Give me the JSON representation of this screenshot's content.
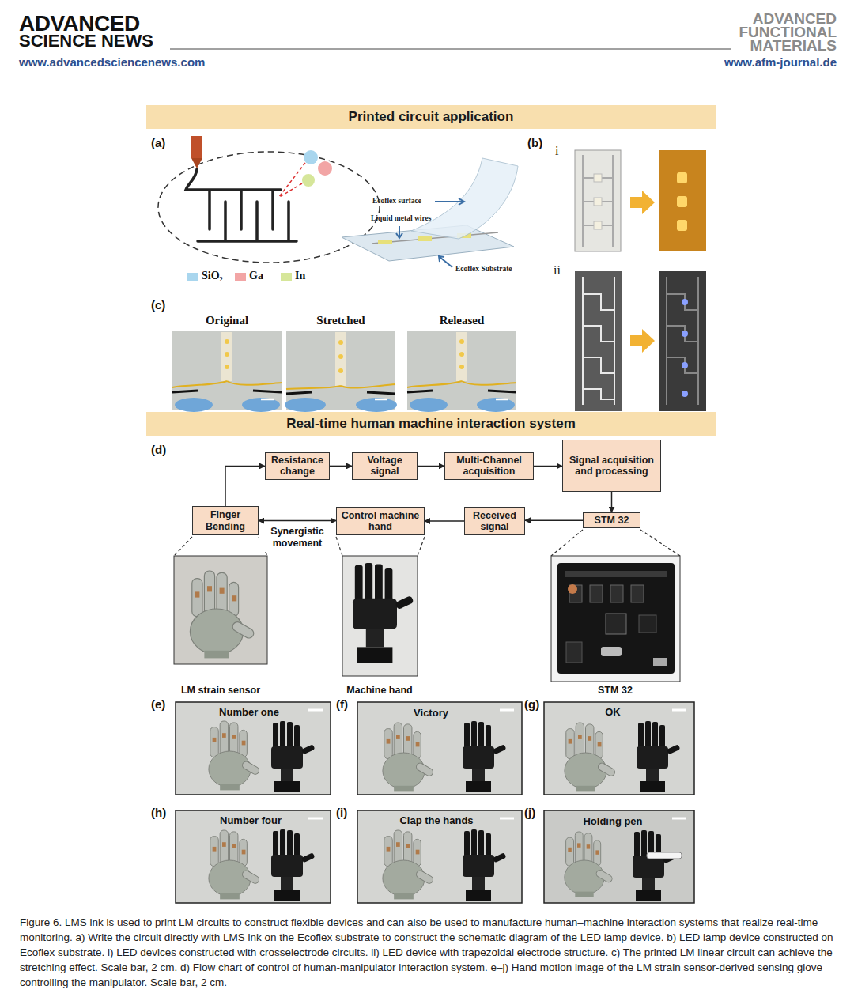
{
  "diagram": {
    "caption": "Figure 6. LMS ink is used to print LM circuits to construct flexible devices and can also be used to manufacture human–machine interaction systems that realize real-time monitoring. a) Write the circuit directly with LMS ink on the Ecoflex substrate to construct the schematic diagram of the LED lamp device. b) LED lamp device constructed on Ecoflex substrate. i) LED devices constructed with crosselectrode circuits. ii) LED device with trapezoidal electrode structure. c) The printed LM linear circuit can achieve the stretching effect. Scale bar, 2 cm. d) Flow chart of control of human-manipulator interaction system. e–j) Hand motion image of the LM strain sensor-derived sensing glove controlling the manipulator. Scale bar, 2 cm.",
    "nodes": [
      {
        "text": [
          "Printed circuit application"
        ]
      },
      {
        "text": [
          "Real-time human machine interaction system"
        ]
      },
      {
        "text": [
          "Resistance change"
        ]
      },
      {
        "text": [
          "Voltage signal"
        ]
      },
      {
        "text": [
          "Multi-Channel acquisition"
        ]
      },
      {
        "text": [
          "Signal acquisition and processing"
        ]
      },
      {
        "text": [
          "Finger Bending"
        ]
      },
      {
        "text": [
          "Control machine hand"
        ]
      },
      {
        "text": [
          "Received signal"
        ]
      },
      {
        "text": [
          "STM 32"
        ]
      }
    ],
    "edges": [
      {
        "from": 6,
        "to": 2,
        "arrow": "to"
      },
      {
        "from": 2,
        "to": 3,
        "arrow": "to"
      },
      {
        "from": 3,
        "to": 4,
        "arrow": "to"
      },
      {
        "from": 4,
        "to": 5,
        "arrow": "to"
      },
      {
        "from": 5,
        "to": 9,
        "arrow": "to"
      },
      {
        "from": 9,
        "to": 8,
        "arrow": "to"
      },
      {
        "from": 8,
        "to": 7,
        "arrow": "to"
      },
      {
        "from": 6,
        "to": 7,
        "arrow": "both",
        "label": "Synergistic movement"
      }
    ],
    "labels": [
      "ADVANCED",
      "SCIENCE NEWS",
      "www.advancedsciencenews.com",
      "ADVANCED",
      "FUNCTIONAL",
      "MATERIALS",
      "www.afm-journal.de",
      "(a)",
      "Ecoflex surface",
      "Liquid metal wires",
      "Ecoflex Substrate",
      "(b)",
      "i",
      "ii",
      "(c)",
      "Original",
      "Stretched",
      "Released",
      "(d)",
      "LM strain sensor",
      "Machine hand",
      "STM 32",
      "(e)",
      "Number one",
      "(f)",
      "Victory",
      "(g)",
      "OK",
      "(h)",
      "Number four",
      "(i)",
      "Clap the hands",
      "(j)",
      "Holding pen"
    ],
    "legend": [
      {
        "text": "SiO₂",
        "color": "#a9d6ee"
      },
      {
        "text": "Ga",
        "color": "#f2a5a5"
      },
      {
        "text": "In",
        "color": "#d6e69a"
      }
    ]
  }
}
